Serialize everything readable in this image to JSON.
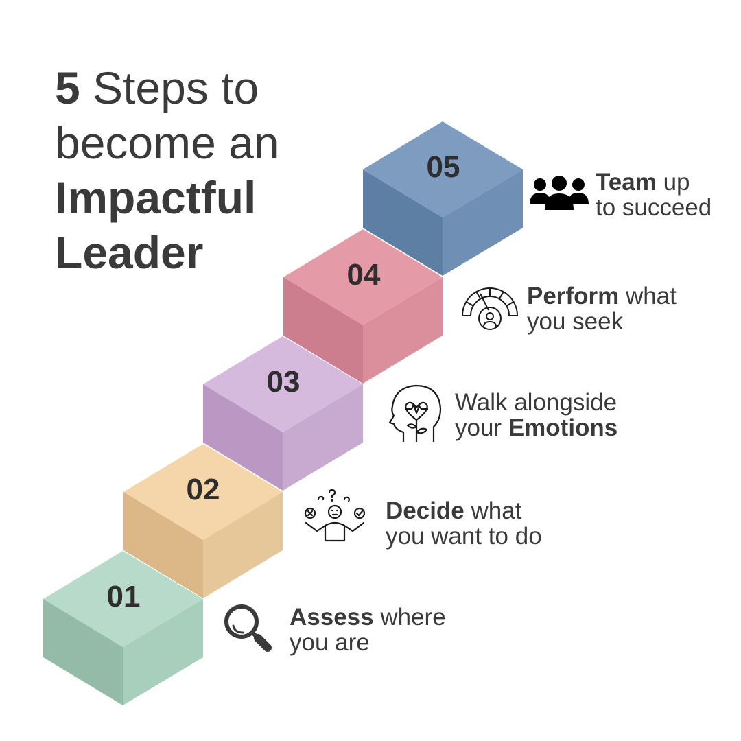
{
  "title": {
    "line1_bold": "5",
    "line1_rest": " Steps to",
    "line2": "become an",
    "line3": "Impactful",
    "line4": "Leader"
  },
  "steps": [
    {
      "number": "01",
      "bold": "Assess",
      "rest1": " where",
      "line2_pre": "you are",
      "line2_bold": "",
      "icon": "magnifier-icon",
      "colors": {
        "top": "#b8dacb",
        "left": "#93bba7",
        "right": "#a8cfbc"
      }
    },
    {
      "number": "02",
      "bold": "Decide",
      "rest1": " what",
      "line2_pre": "you want to do",
      "line2_bold": "",
      "icon": "decision-person-icon",
      "colors": {
        "top": "#f5d6aa",
        "left": "#dcb888",
        "right": "#e6c799"
      }
    },
    {
      "number": "03",
      "bold": "",
      "rest1": "Walk alongside",
      "line2_pre": "your ",
      "line2_bold": "Emotions",
      "icon": "head-heart-icon",
      "colors": {
        "top": "#d6bade",
        "left": "#bb98c4",
        "right": "#c8a9d0"
      }
    },
    {
      "number": "04",
      "bold": "Perform",
      "rest1": " what",
      "line2_pre": "you seek",
      "line2_bold": "",
      "icon": "performance-gauge-icon",
      "colors": {
        "top": "#e59aa8",
        "left": "#cc7e8e",
        "right": "#db8f9d"
      }
    },
    {
      "number": "05",
      "bold": "Team",
      "rest1": " up",
      "line2_pre": "to succeed",
      "line2_bold": "",
      "icon": "team-icon",
      "colors": {
        "top": "#7d9cc0",
        "left": "#5e7fa4",
        "right": "#6f8fb4"
      }
    }
  ]
}
